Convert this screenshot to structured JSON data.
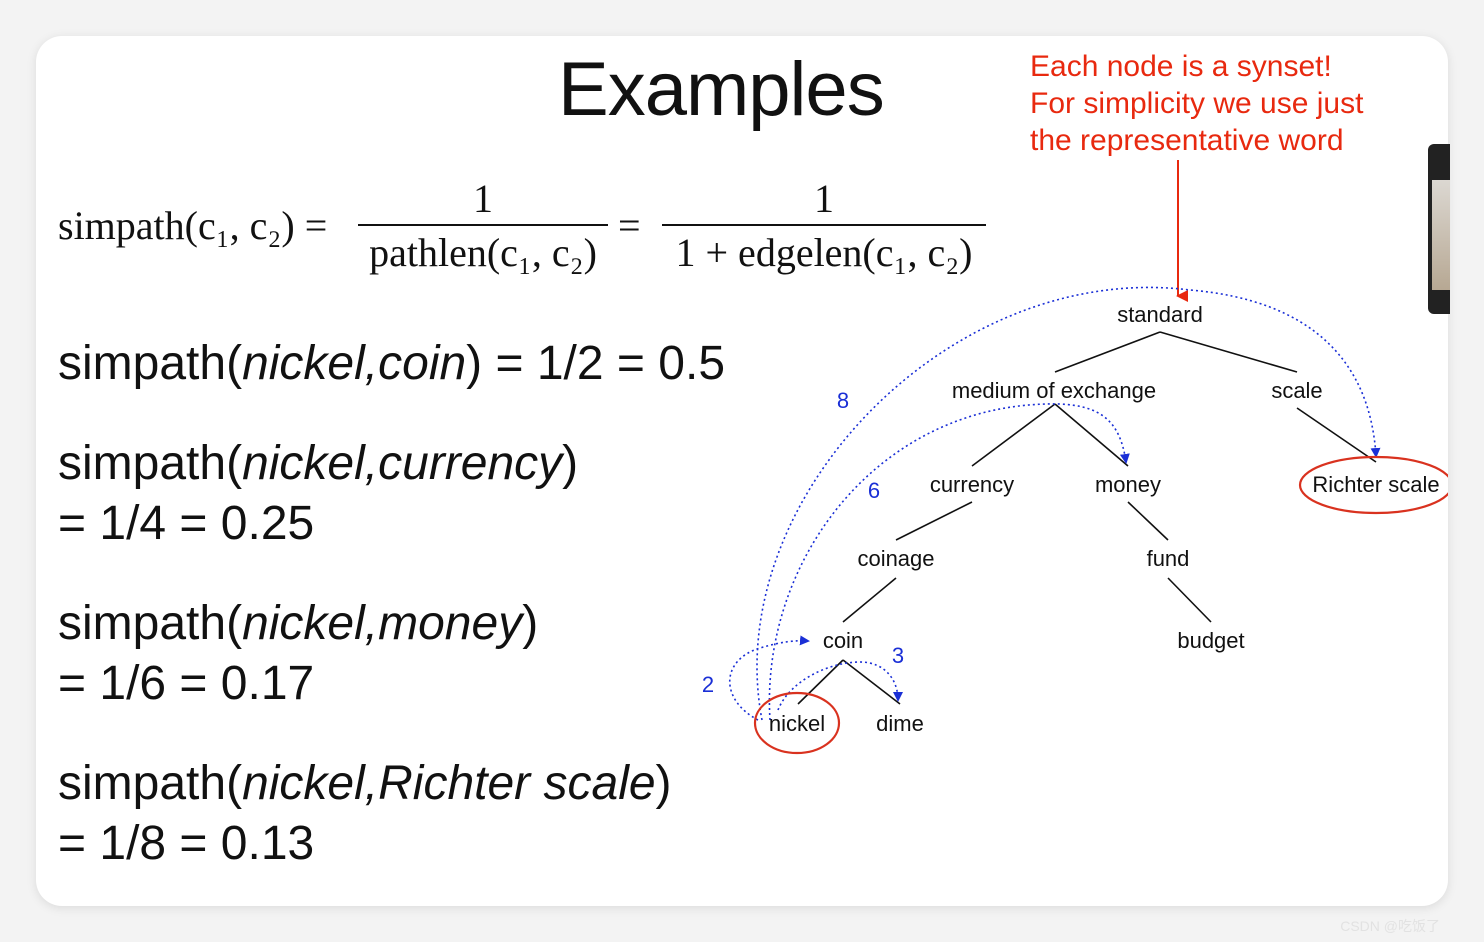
{
  "title": "Examples",
  "note": {
    "line1": "Each node is a synset!",
    "line2": "For simplicity we use just",
    "line3": "the representative word"
  },
  "formula": {
    "lhs": "simpath(c₁, c₂) =",
    "frac1_num": "1",
    "frac1_den": "pathlen(c₁, c₂)",
    "eq": "=",
    "frac2_num": "1",
    "frac2_den": "1 + edgelen(c₁, c₂)"
  },
  "examples": [
    {
      "fn": "simpath(",
      "args": "nickel,coin",
      "close": ")",
      "result": " = 1/2 = 0.5"
    },
    {
      "fn": "simpath(",
      "args": "nickel,currency",
      "close": ")",
      "result": "= 1/4 = 0.25"
    },
    {
      "fn": "simpath(",
      "args": "nickel,money",
      "close": ")",
      "result": "= 1/6 = 0.17"
    },
    {
      "fn": "simpath(",
      "args": "nickel,Richter scale",
      "close": ")",
      "result": "= 1/8 = 0.13"
    }
  ],
  "tree": {
    "nodes": {
      "standard": "standard",
      "medium_of_exchange": "medium of exchange",
      "scale": "scale",
      "currency": "currency",
      "money": "money",
      "richter_scale": "Richter scale",
      "coinage": "coinage",
      "fund": "fund",
      "coin": "coin",
      "budget": "budget",
      "nickel": "nickel",
      "dime": "dime"
    },
    "path_labels": {
      "to_richter": "8",
      "to_money": "6",
      "to_coin": "2",
      "to_dime": "3"
    }
  },
  "colors": {
    "note": "#e8290f",
    "path": "#1a2fd6",
    "circle": "#d9321f"
  },
  "watermark": "CSDN @吃饭了"
}
